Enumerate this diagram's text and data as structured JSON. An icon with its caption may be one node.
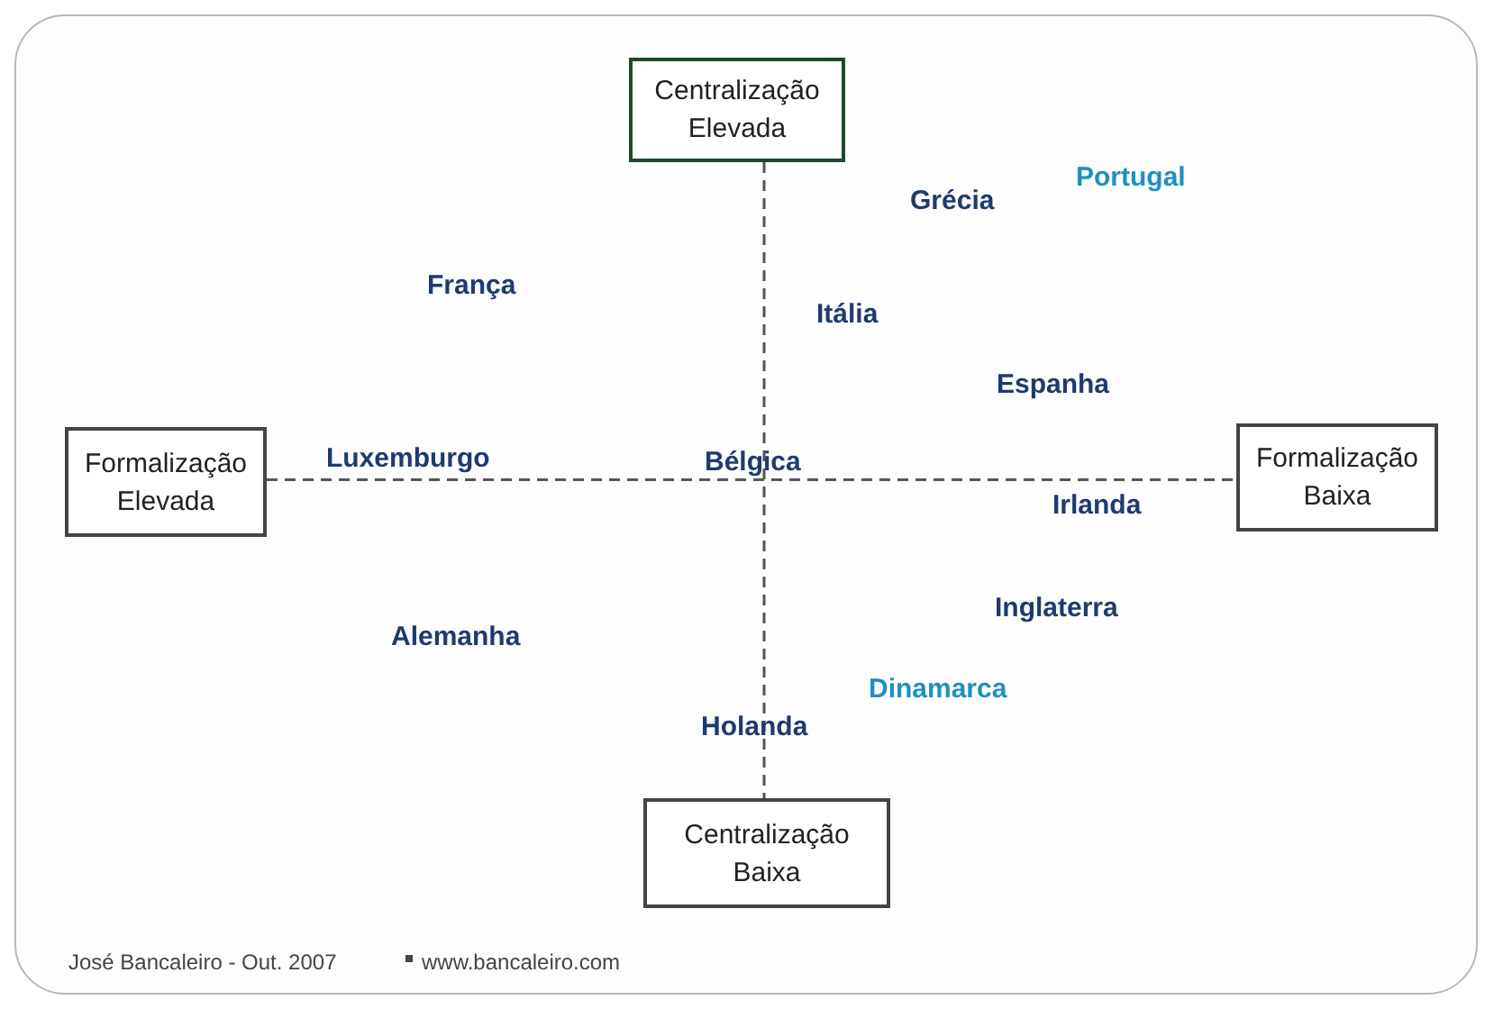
{
  "diagram": {
    "nodes": [
      {
        "text": [
          "Centralização Elevada"
        ]
      },
      {
        "text": [
          "Formalização Elevada"
        ]
      },
      {
        "text": [
          "Formalização Baixa"
        ]
      },
      {
        "text": [
          "Centralização Baixa"
        ]
      }
    ],
    "edges": [
      {
        "from": 0,
        "to": 3,
        "arrow": "none",
        "style": "dashed"
      },
      {
        "from": 1,
        "to": 2,
        "arrow": "none",
        "style": "dashed"
      }
    ],
    "labels": [
      "Portugal",
      "Grécia",
      "França",
      "Itália",
      "Espanha",
      "Luxemburgo",
      "Bélgica",
      "Irlanda",
      "Inglaterra",
      "Alemanha",
      "Dinamarca",
      "Holanda",
      "José Bancaleiro - Out. 2007",
      "www.bancaleiro.com"
    ]
  }
}
